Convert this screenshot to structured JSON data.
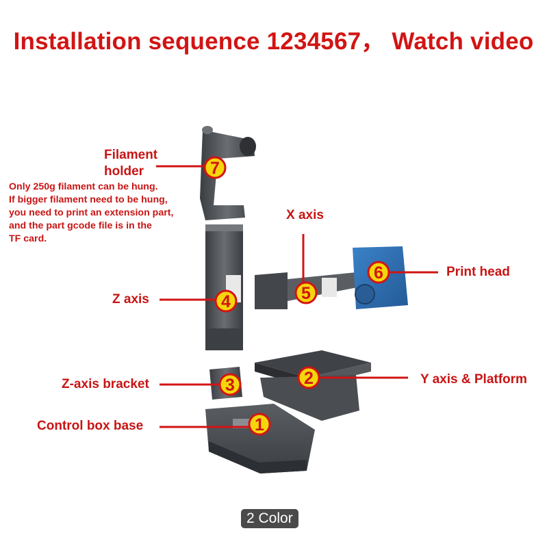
{
  "title": "Installation sequence 1234567， Watch video",
  "labels": {
    "filament_holder_line1": "Filament",
    "filament_holder_line2": "holder",
    "x_axis": "X axis",
    "print_head": "Print head",
    "z_axis": "Z axis",
    "y_axis_platform": "Y axis & Platform",
    "z_axis_bracket": "Z-axis bracket",
    "control_box_base": "Control box base"
  },
  "note_lines": [
    "Only 250g filament can be hung.",
    "If bigger filament need to be hung,",
    "you need to print an extension part,",
    "and the part gcode file is in the",
    "TF card."
  ],
  "steps": [
    "1",
    "2",
    "3",
    "4",
    "5",
    "6",
    "7"
  ],
  "badge": "2 Color",
  "colors": {
    "accent_red": "#d21414",
    "step_circle": "#f5d60a",
    "part_dark": "#4b4e52",
    "part_blue": "#2f6fb5"
  }
}
